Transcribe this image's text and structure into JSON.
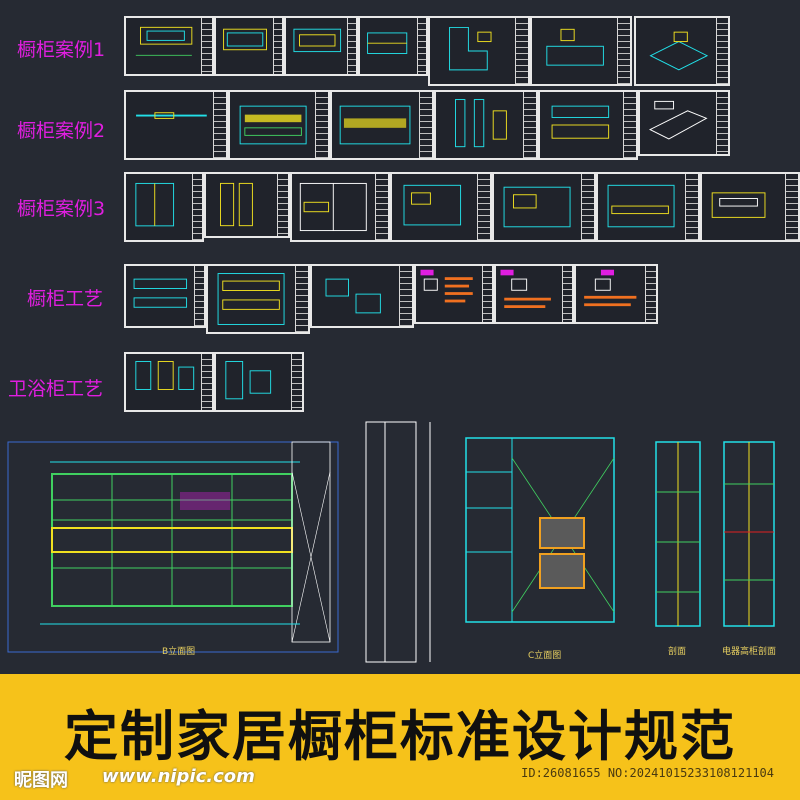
{
  "rows": [
    {
      "label": "橱柜案例1"
    },
    {
      "label": "橱柜案例2"
    },
    {
      "label": "橱柜案例3"
    },
    {
      "label": "橱柜工艺"
    },
    {
      "label": "卫浴柜工艺"
    }
  ],
  "drawings": {
    "b_elevation": "B立面图",
    "c_elevation": "C立面图",
    "section": "剖面",
    "section_detail": "电器高柜剖面"
  },
  "banner": {
    "title": "定制家居橱柜标准设计规范",
    "logo": "昵图网",
    "url": "www.nipic.com",
    "id_text": "ID:26081655 NO:20241015233108121104"
  },
  "colors": {
    "background": "#262a33",
    "label_magenta": "#e01ee0",
    "banner_yellow": "#f6c21a",
    "cad_cyan": "#22e0e8",
    "cad_yellow": "#f0e020",
    "cad_green": "#40d060"
  }
}
